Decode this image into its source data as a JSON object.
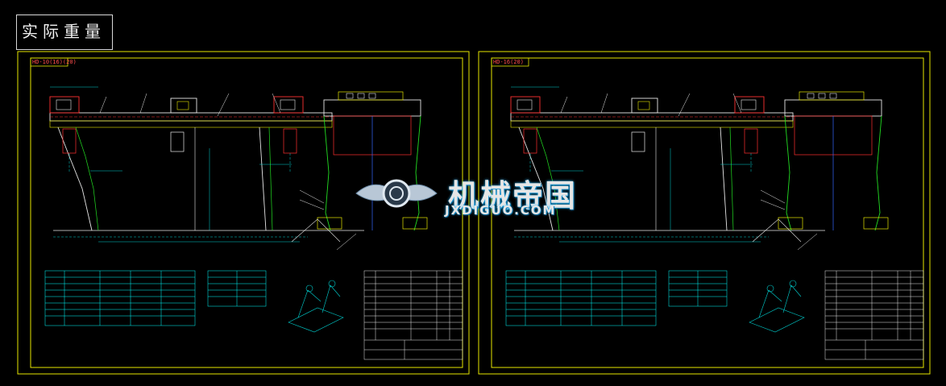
{
  "header": {
    "tag_label": "实际重量"
  },
  "watermark": {
    "brand_cn": "机械帝国",
    "brand_en": "JXDIGUO.COM"
  },
  "colors": {
    "sheet_frame": "#e6e600",
    "structure": "#e8e8e8",
    "accent_red": "#ff3030",
    "accent_green": "#22dd22",
    "accent_blue": "#3366ff",
    "table_lines": "#00ffff",
    "dimension": "#00d0d0"
  },
  "sheets": [
    {
      "id": "left",
      "title": "HD-10(16)(20)"
    },
    {
      "id": "right",
      "title": "HD-16(20)"
    }
  ]
}
